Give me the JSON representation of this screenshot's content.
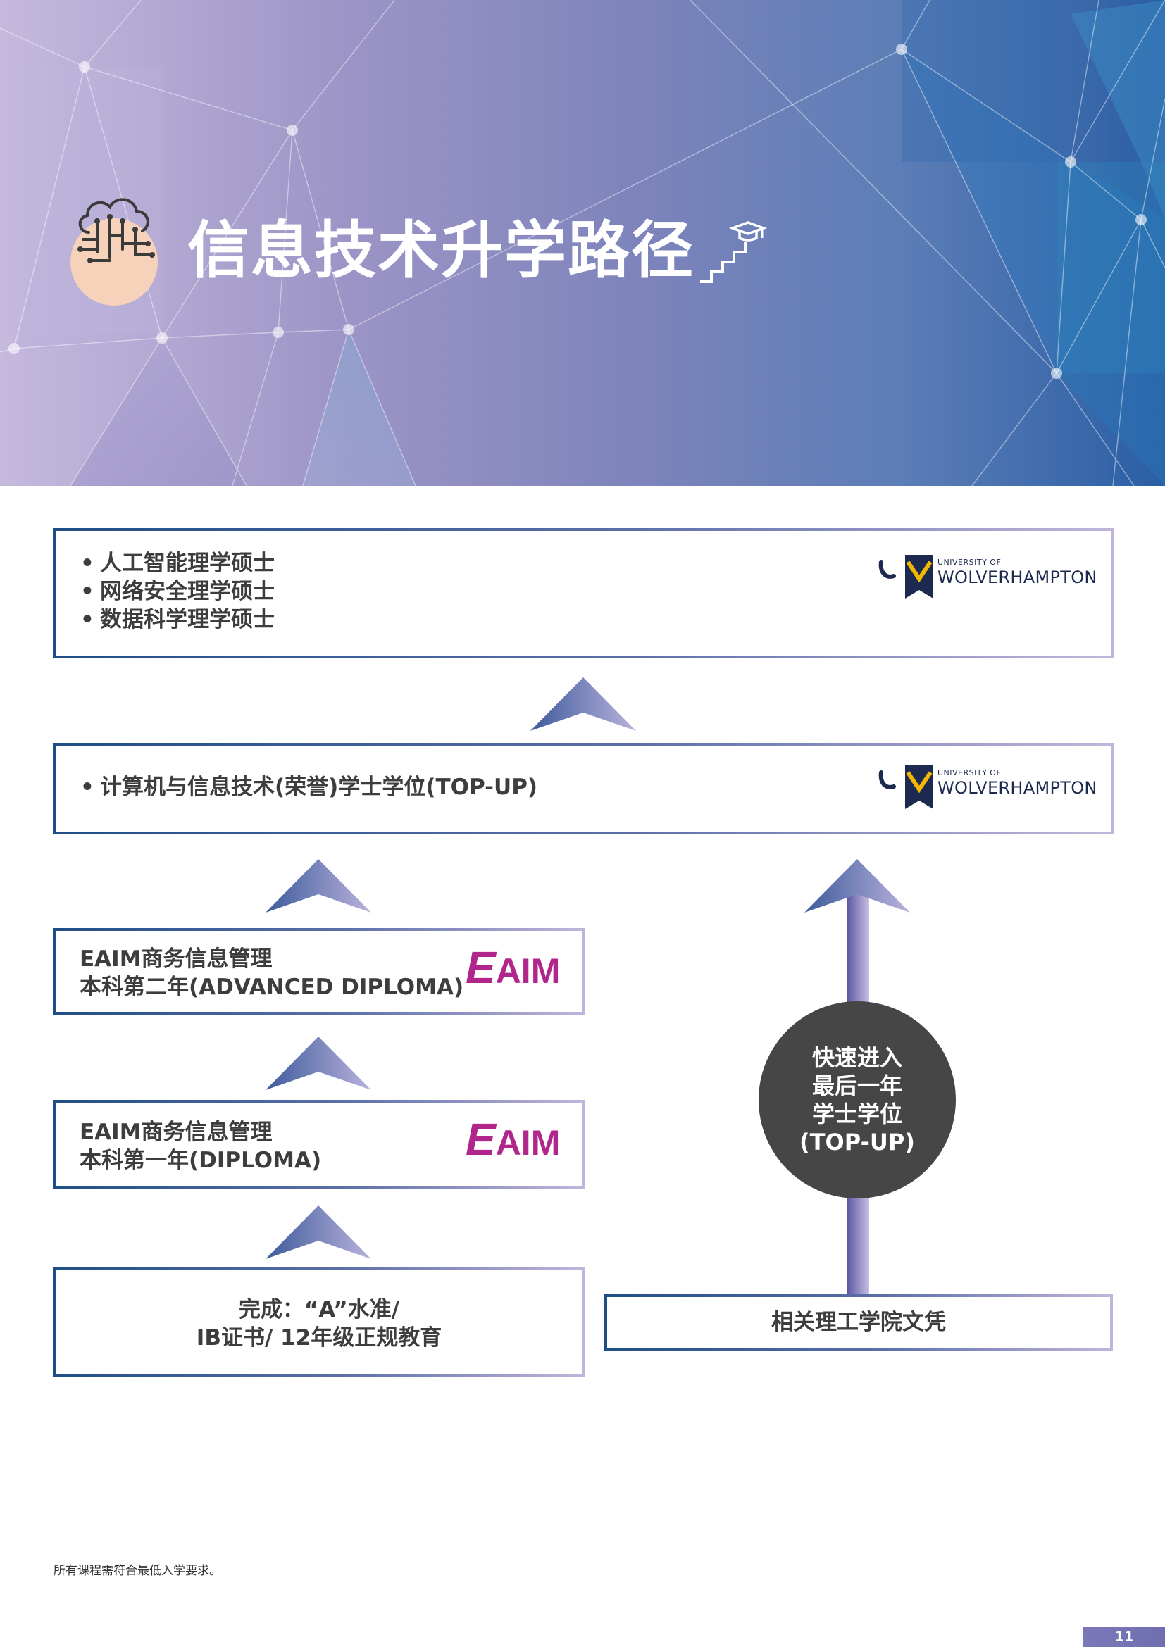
{
  "header": {
    "title": "信息技术升学路径"
  },
  "boxes": {
    "masters": {
      "items": [
        "人工智能理学硕士",
        "网络安全理学硕士",
        "数据科学理学硕士"
      ],
      "logo": {
        "small": "UNIVERSITY OF",
        "big": "WOLVERHAMPTON"
      }
    },
    "topup": {
      "items": [
        "计算机与信息技术(荣誉)学士学位(TOP-UP)"
      ],
      "logo": {
        "small": "UNIVERSITY OF",
        "big": "WOLVERHAMPTON"
      }
    },
    "year2": {
      "line1": "EAIM商务信息管理",
      "line2": "本科第二年(ADVANCED DIPLOMA)",
      "logo": "EAIM"
    },
    "year1": {
      "line1": "EAIM商务信息管理",
      "line2": "本科第一年(DIPLOMA)",
      "logo": "EAIM"
    },
    "entry": {
      "line1": "完成：“A”水准/",
      "line2": "IB证书/ 12年级正规教育"
    },
    "diploma": {
      "text": "相关理工学院文凭"
    }
  },
  "circle": {
    "lines": [
      "快速进入",
      "最后一年",
      "学士学位",
      "(TOP-UP)"
    ]
  },
  "footnote": "所有课程需符合最低入学要求。",
  "page_number": "11",
  "colors": {
    "eaim": "#b0268a",
    "circle": "#464647",
    "box_border_start": "#1f4e86",
    "box_border_end": "#c1b5dc"
  }
}
